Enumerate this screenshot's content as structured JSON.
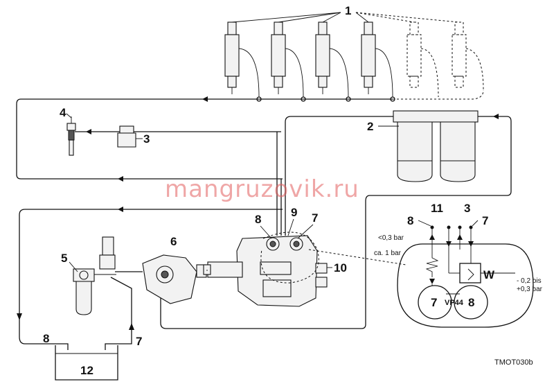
{
  "watermark": "mangruzovik.ru",
  "figure_code": "TMOT030b",
  "callouts": {
    "c1": "1",
    "c2": "2",
    "c3": "3",
    "c4": "4",
    "c5": "5",
    "c6": "6",
    "c7": "7",
    "c8": "8",
    "c9": "9",
    "c10": "10",
    "c12": "12",
    "c8_tank": "8",
    "c7_tank": "7"
  },
  "inset": {
    "n8": "8",
    "n11": "11",
    "n3": "3",
    "n7": "7",
    "p_lt_03": "<0,3 bar",
    "p_ca1": "ca. 1 bar",
    "p_range_a": "- 0,2 bis",
    "p_range_b": "+0,3 bar",
    "circle_left": "7",
    "circle_right": "8",
    "pump_label": "VP44",
    "valve_symbol": "W"
  }
}
